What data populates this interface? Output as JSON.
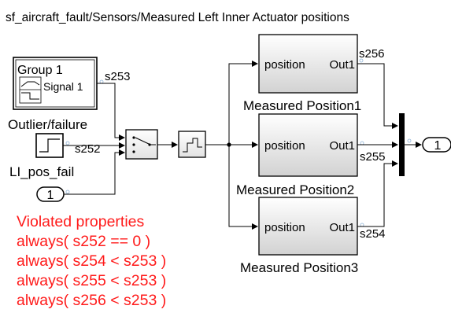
{
  "model_path": "sf_aircraft_fault/Sensors/Measured Left Inner Actuator positions",
  "signal_builder": {
    "group_label": "Group 1",
    "signal_label": "Signal 1",
    "block_name": "Outlier/failure",
    "output_signal": "s253"
  },
  "step_block": {
    "block_name": "LI_pos_fail",
    "output_signal": "s252"
  },
  "constant_block": {
    "value": "1"
  },
  "subsystems": [
    {
      "name": "Measured Position1",
      "in_port": "position",
      "out_port": "Out1",
      "output_signal": "s256"
    },
    {
      "name": "Measured Position2",
      "in_port": "position",
      "out_port": "Out1",
      "output_signal": "s255"
    },
    {
      "name": "Measured Position3",
      "in_port": "position",
      "out_port": "Out1",
      "output_signal": "s254"
    }
  ],
  "outport": {
    "number": "1"
  },
  "violations": {
    "title": "Violated properties",
    "items": [
      "always( s252 == 0 )",
      "always( s254 < s253 )",
      "always( s255 < s253 )",
      "always( s256 < s253 )"
    ]
  },
  "colors": {
    "block_fill_top": "#ffffff",
    "block_fill_bottom": "#d4d4d4",
    "line": "#000000",
    "violation_text": "#ff1a1a",
    "port_marker": "#8fb4d8"
  }
}
